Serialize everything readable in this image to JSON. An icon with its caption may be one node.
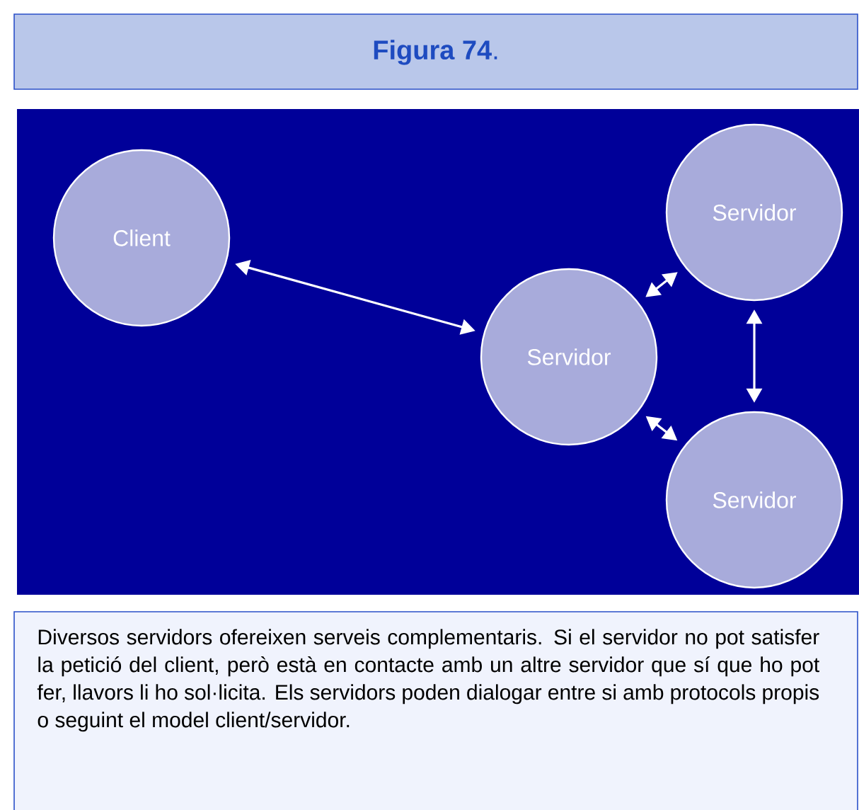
{
  "diagram": {
    "title": "**Figura 74**.",
    "caption": "Diversos servidors ofereixen serveis complementaris. Si el servidor no pot satisfer la petició del client, però està en contacte amb un altre servidor que sí que ho pot fer, llavors li ho sol·licita. Els servidors poden dialogar entre si amb protocols propis o seguint el model client/servidor.",
    "nodes": [
      {
        "text": [
          "Client"
        ]
      },
      {
        "text": [
          "Servidor"
        ]
      },
      {
        "text": [
          "Servidor"
        ]
      },
      {
        "text": [
          "Servidor"
        ]
      }
    ],
    "edges": [
      {
        "from": 0,
        "to": 1,
        "arrow": "both"
      },
      {
        "from": 1,
        "to": 2,
        "arrow": "both"
      },
      {
        "from": 2,
        "to": 3,
        "arrow": "both"
      },
      {
        "from": 1,
        "to": 3,
        "arrow": "both"
      }
    ]
  }
}
